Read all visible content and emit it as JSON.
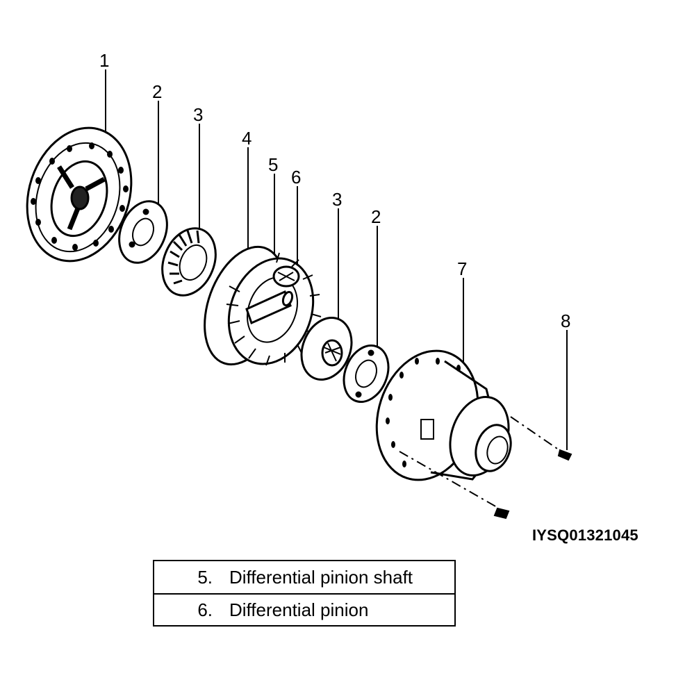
{
  "callouts": [
    {
      "id": "c1",
      "label": "1"
    },
    {
      "id": "c2a",
      "label": "2"
    },
    {
      "id": "c3a",
      "label": "3"
    },
    {
      "id": "c4",
      "label": "4"
    },
    {
      "id": "c5",
      "label": "5"
    },
    {
      "id": "c6",
      "label": "6"
    },
    {
      "id": "c3b",
      "label": "3"
    },
    {
      "id": "c2b",
      "label": "2"
    },
    {
      "id": "c7",
      "label": "7"
    },
    {
      "id": "c8",
      "label": "8"
    }
  ],
  "figure_code": "IYSQ01321045",
  "legend": [
    {
      "number": "5.",
      "name": "Differential pinion shaft"
    },
    {
      "number": "6.",
      "name": "Differential pinion"
    }
  ]
}
